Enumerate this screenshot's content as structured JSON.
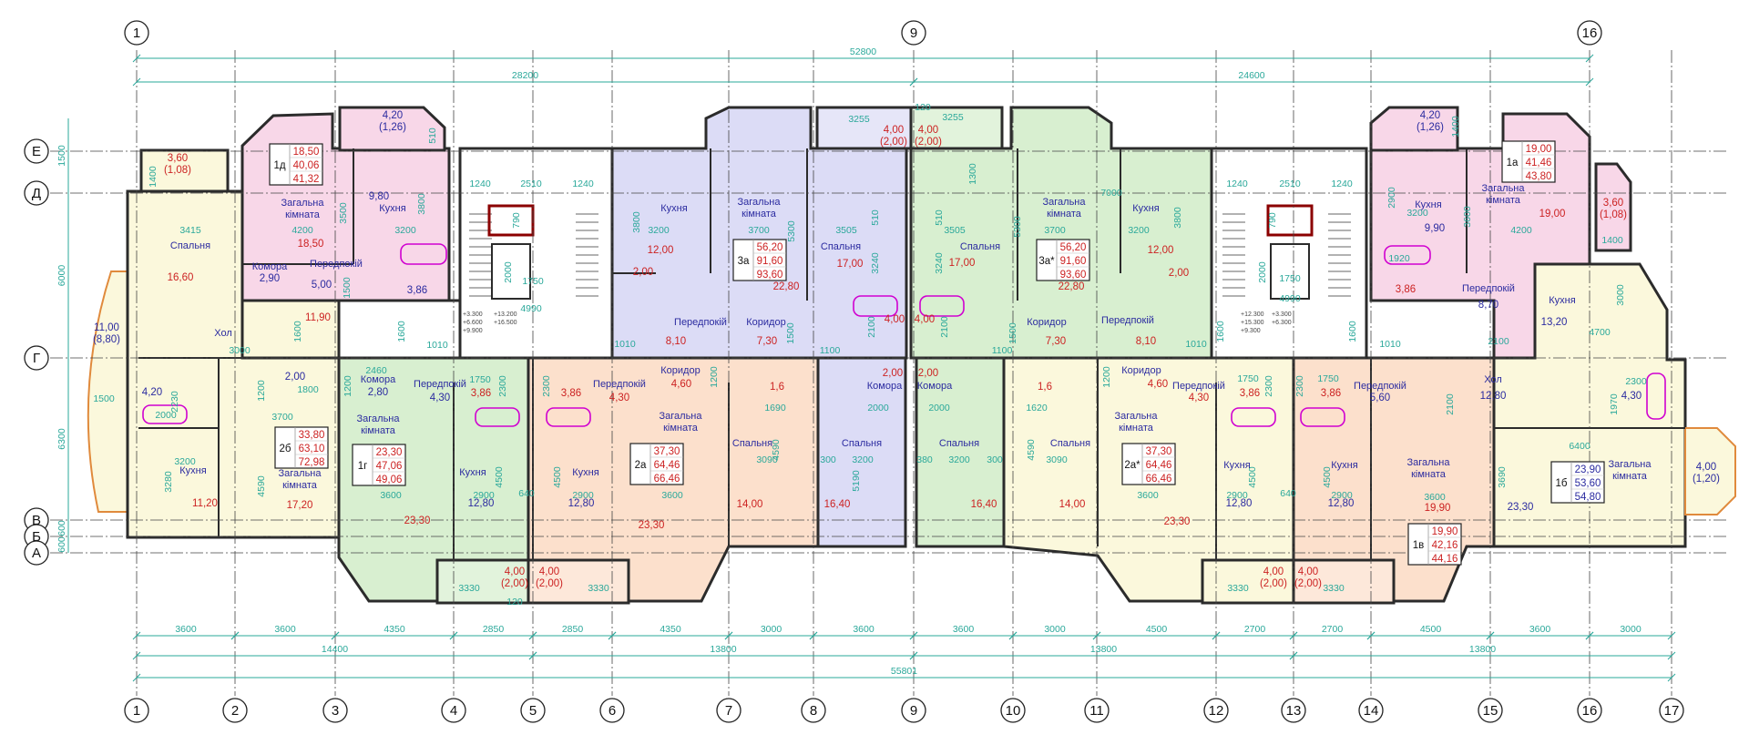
{
  "axes": {
    "columns": [
      "1",
      "2",
      "3",
      "4",
      "5",
      "6",
      "7",
      "8",
      "9",
      "10",
      "11",
      "12",
      "13",
      "14",
      "15",
      "16",
      "17"
    ],
    "top_columns": [
      "1",
      "9",
      "16"
    ],
    "rows": [
      "Е",
      "Д",
      "Г",
      "В",
      "Б",
      "А"
    ]
  },
  "top_dimensions": {
    "overall": "52800",
    "left": "28200",
    "right": "24600"
  },
  "bottom_dimensions": {
    "spans": [
      "3600",
      "3600",
      "4350",
      "2850",
      "2850",
      "4350",
      "3000",
      "3600",
      "3600",
      "3000",
      "4500",
      "2700",
      "2700",
      "4500",
      "3600",
      "3000"
    ],
    "groups": [
      "14400",
      "13800",
      "13800",
      "13800"
    ],
    "overall": "55801"
  },
  "left_dimensions": [
    "1500",
    "6000",
    "6300",
    "600",
    "600"
  ],
  "apartments": [
    {
      "id": "1д",
      "values": [
        "18,50",
        "40,06",
        "41,32"
      ],
      "tone": "red"
    },
    {
      "id": "2б",
      "values": [
        "33,80",
        "63,10",
        "72,98"
      ],
      "tone": "red"
    },
    {
      "id": "1г",
      "values": [
        "23,30",
        "47,06",
        "49,06"
      ],
      "tone": "red"
    },
    {
      "id": "3а",
      "values": [
        "56,20",
        "91,60",
        "93,60"
      ],
      "tone": "red"
    },
    {
      "id": "2а",
      "values": [
        "37,30",
        "64,46",
        "66,46"
      ],
      "tone": "red"
    },
    {
      "id": "3а*",
      "values": [
        "56,20",
        "91,60",
        "93,60"
      ],
      "tone": "red"
    },
    {
      "id": "2а*",
      "values": [
        "37,30",
        "64,46",
        "66,46"
      ],
      "tone": "red"
    },
    {
      "id": "1в",
      "values": [
        "19,90",
        "42,16",
        "44,16"
      ],
      "tone": "red"
    },
    {
      "id": "1а",
      "values": [
        "19,00",
        "41,46",
        "43,80"
      ],
      "tone": "red"
    },
    {
      "id": "1б",
      "values": [
        "23,90",
        "53,60",
        "54,80"
      ],
      "tone": "blue"
    }
  ],
  "rooms": [
    {
      "name": "Загальна кімната",
      "area": "18,50",
      "tone": "red"
    },
    {
      "name": "Кухня",
      "area": "9,80",
      "tone": "blue"
    },
    {
      "name": "Комора",
      "area": "2,90",
      "tone": "blue"
    },
    {
      "name": "Передпокій",
      "area": "5,00",
      "tone": "blue"
    },
    {
      "name": "",
      "area": "3,86",
      "tone": "blue"
    },
    {
      "name": "Спальня",
      "area": "16,60",
      "tone": "red"
    },
    {
      "name": "Хол",
      "area": "",
      "tone": "blue"
    },
    {
      "name": "",
      "area": "11,90",
      "tone": "red"
    },
    {
      "name": "",
      "area": "11,00",
      "sub": "(8,80)",
      "tone": "blue"
    },
    {
      "name": "",
      "area": "3,60",
      "sub": "(1,08)",
      "tone": "red"
    },
    {
      "name": "",
      "area": "4,20",
      "sub": "(1,26)",
      "tone": "blue"
    },
    {
      "name": "",
      "area": "4,20",
      "tone": "blue"
    },
    {
      "name": "",
      "area": "2,00",
      "tone": "blue"
    },
    {
      "name": "Комора",
      "area": "2,80",
      "tone": "blue"
    },
    {
      "name": "Передпокій",
      "area": "4,30",
      "tone": "blue"
    },
    {
      "name": "",
      "area": "3,86",
      "tone": "red"
    },
    {
      "name": "Кухня",
      "area": "11,20",
      "tone": "red"
    },
    {
      "name": "Загальна кімната",
      "area": "17,20",
      "tone": "red"
    },
    {
      "name": "Загальна кімната",
      "area": "23,30",
      "tone": "red"
    },
    {
      "name": "Кухня",
      "area": "12,80",
      "tone": "blue"
    },
    {
      "name": "Кухня",
      "area": "12,80",
      "tone": "blue"
    },
    {
      "name": "",
      "area": "3,86",
      "tone": "red"
    },
    {
      "name": "Передпокій",
      "area": "4,30",
      "tone": "red"
    },
    {
      "name": "Коридор",
      "area": "4,60",
      "tone": "red"
    },
    {
      "name": "",
      "area": "1,6",
      "tone": "red"
    },
    {
      "name": "Загальна кімната",
      "area": "23,30",
      "tone": "red"
    },
    {
      "name": "Спальня",
      "area": "14,00",
      "tone": "red"
    },
    {
      "name": "Спальня",
      "area": "16,40",
      "tone": "red"
    },
    {
      "name": "Комора",
      "area": "2,00",
      "tone": "red"
    },
    {
      "name": "Комора",
      "area": "2,00",
      "tone": "red"
    },
    {
      "name": "Спальня",
      "area": "16,40",
      "tone": "red"
    },
    {
      "name": "Спальня",
      "area": "14,00",
      "tone": "red"
    },
    {
      "name": "",
      "area": "1,6",
      "tone": "red"
    },
    {
      "name": "Коридор",
      "area": "4,60",
      "tone": "red"
    },
    {
      "name": "Загальна кімната",
      "area": "23,30",
      "tone": "red"
    },
    {
      "name": "Передпокій",
      "area": "4,30",
      "tone": "red"
    },
    {
      "name": "",
      "area": "3,86",
      "tone": "red"
    },
    {
      "name": "",
      "area": "3,86",
      "tone": "red"
    },
    {
      "name": "Кухня",
      "area": "12,80",
      "tone": "blue"
    },
    {
      "name": "Кухня",
      "area": "12,80",
      "tone": "blue"
    },
    {
      "name": "Передпокій",
      "area": "5,60",
      "tone": "blue"
    },
    {
      "name": "Загальна кімната",
      "area": "19,90",
      "tone": "red"
    },
    {
      "name": "Хол",
      "area": "12,80",
      "tone": "blue"
    },
    {
      "name": "",
      "area": "4,30",
      "tone": "blue"
    },
    {
      "name": "Загальна кімната",
      "area": "23,30",
      "tone": "blue"
    },
    {
      "name": "",
      "area": "4,00",
      "sub": "(1,20)",
      "tone": "blue"
    },
    {
      "name": "Кухня",
      "area": "12,00",
      "tone": "red"
    },
    {
      "name": "Загальна кімната",
      "area": "22,80",
      "tone": "red"
    },
    {
      "name": "",
      "area": "2,00",
      "tone": "red"
    },
    {
      "name": "Передпокій",
      "area": "8,10",
      "tone": "red"
    },
    {
      "name": "Коридор",
      "area": "7,30",
      "tone": "red"
    },
    {
      "name": "Спальня",
      "area": "17,00",
      "tone": "red"
    },
    {
      "name": "",
      "area": "4,00",
      "tone": "red"
    },
    {
      "name": "Спальня",
      "area": "17,00",
      "tone": "red"
    },
    {
      "name": "",
      "area": "4,00",
      "tone": "red"
    },
    {
      "name": "Загальна кімната",
      "area": "22,80",
      "tone": "red"
    },
    {
      "name": "Кухня",
      "area": "12,00",
      "tone": "red"
    },
    {
      "name": "",
      "area": "2,00",
      "tone": "red"
    },
    {
      "name": "Коридор",
      "area": "7,30",
      "tone": "red"
    },
    {
      "name": "Передпокій",
      "area": "8,10",
      "tone": "red"
    },
    {
      "name": "",
      "area": "4,00",
      "sub": "(2,00)",
      "tone": "red"
    },
    {
      "name": "",
      "area": "4,00",
      "sub": "(2,00)",
      "tone": "red"
    },
    {
      "name": "",
      "area": "4,00",
      "sub": "(2,00)",
      "tone": "red"
    },
    {
      "name": "",
      "area": "4,00",
      "sub": "(2,00)",
      "tone": "red"
    },
    {
      "name": "",
      "area": "4,00",
      "sub": "(2,00)",
      "tone": "red"
    },
    {
      "name": "",
      "area": "4,00",
      "sub": "(2,00)",
      "tone": "red"
    },
    {
      "name": "Кухня",
      "area": "9,90",
      "tone": "blue"
    },
    {
      "name": "Загальна кімната",
      "area": "19,00",
      "tone": "red"
    },
    {
      "name": "",
      "area": "3,86",
      "tone": "red"
    },
    {
      "name": "Передпокій",
      "area": "8,70",
      "tone": "blue"
    },
    {
      "name": "",
      "area": "4,20",
      "sub": "(1,26)",
      "tone": "blue"
    },
    {
      "name": "",
      "area": "3,60",
      "sub": "(1,08)",
      "tone": "red"
    },
    {
      "name": "Кухня",
      "area": "13,20",
      "tone": "blue"
    }
  ],
  "dimensions": [
    "3415",
    "4200",
    "3200",
    "3000",
    "1500",
    "2000",
    "1800",
    "2460",
    "1750",
    "1010",
    "3700",
    "3200",
    "3600",
    "2900",
    "640",
    "2900",
    "1240",
    "2510",
    "1240",
    "4990",
    "1750",
    "1010",
    "3200",
    "3700",
    "3505",
    "3505",
    "3255",
    "3255",
    "120",
    "1100",
    "1100",
    "1690",
    "2000",
    "2000",
    "1620",
    "3090",
    "300",
    "3200",
    "380",
    "3200",
    "300",
    "3090",
    "3600",
    "3600",
    "7000",
    "3700",
    "3200",
    "1240",
    "2510",
    "1240",
    "4990",
    "1750",
    "1920",
    "3200",
    "4200",
    "1400",
    "4700",
    "2100",
    "1010",
    "1010",
    "6400",
    "3600",
    "2900",
    "2900",
    "640",
    "2300",
    "1750",
    "1750",
    "3330",
    "3330",
    "120",
    "3330",
    "3330",
    "1400",
    "3500",
    "1500",
    "3800",
    "510",
    "1600",
    "1600",
    "1200",
    "1200",
    "2230",
    "4590",
    "3280",
    "4500",
    "4500",
    "2300",
    "2300",
    "790",
    "2000",
    "3800",
    "5300",
    "1500",
    "3240",
    "3240",
    "2100",
    "2100",
    "1300",
    "1200",
    "4590",
    "5190",
    "4590",
    "1200",
    "5300",
    "1500",
    "3800",
    "1600",
    "1600",
    "790",
    "2000",
    "2900",
    "3600",
    "1400",
    "3000",
    "2100",
    "1970",
    "3690",
    "2300",
    "2300",
    "4500",
    "4500",
    "510",
    "510"
  ],
  "elevations": {
    "left": [
      "+3.300",
      "+13.200",
      "+6.600",
      "+16.500",
      "+9.900"
    ],
    "right": [
      "+12.300",
      "+3.300",
      "+15.300",
      "+6.300",
      "+9.300"
    ]
  },
  "colors": {
    "pink": "#f8d7e8",
    "lavender": "#dcdcf6",
    "green": "#d8efd0",
    "yellow": "#fbf8dc",
    "peach": "#fce0cc",
    "dimension": "#2aa89a",
    "area_red": "#cc2222",
    "label_blue": "#2b2ba0",
    "fixture": "#d000d0"
  }
}
